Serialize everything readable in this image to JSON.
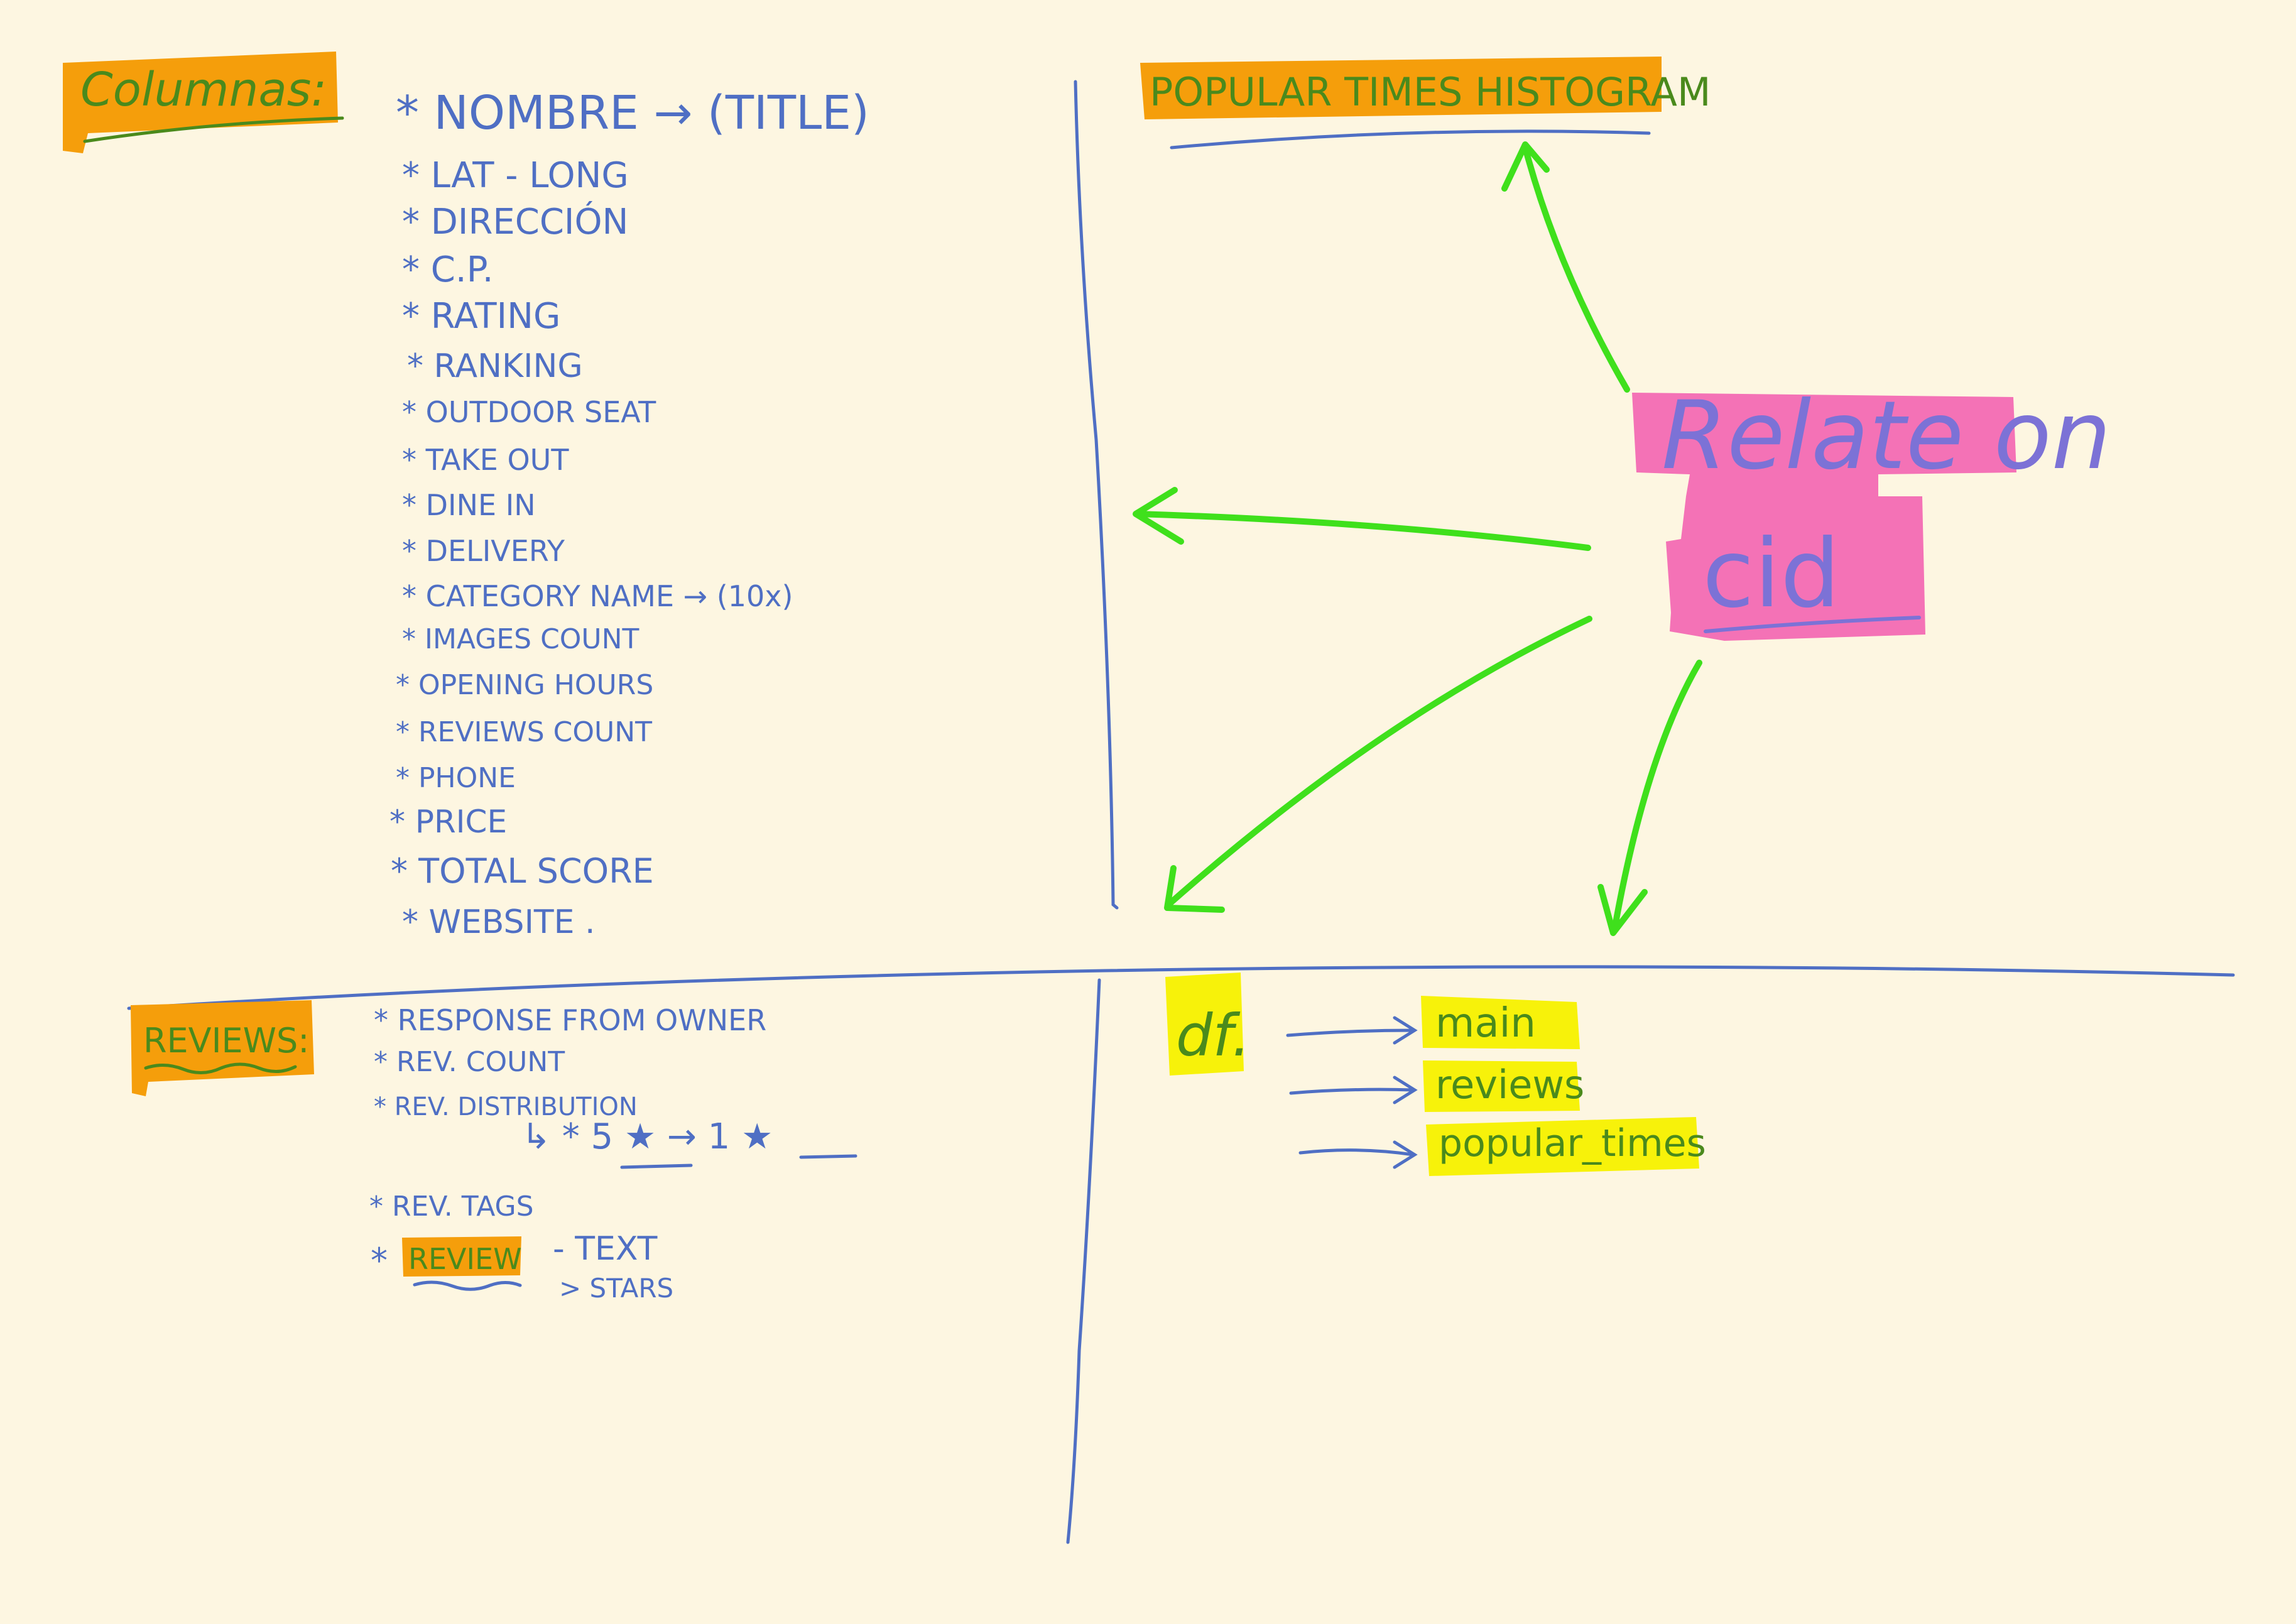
{
  "colors": {
    "background": "#fdf6e1",
    "blue_ink": "#4f6fc4",
    "green_ink": "#4a8a1c",
    "orange_highlight": "#f59e0b",
    "yellow_highlight": "#f7f20a",
    "pink_highlight": "#f472b6",
    "arrow_green": "#3fe01c"
  },
  "columns_section": {
    "heading": "Columnas:",
    "items": [
      "* NOMBRE → (TITLE)",
      "* LAT - LONG",
      "* DIRECCIÓN",
      "* C.P.",
      "* RATING",
      "* RANKING",
      "* OUTDOOR SEAT",
      "* TAKE OUT",
      "* DINE IN",
      "* DELIVERY",
      "* CATEGORY NAME → (10x)",
      "* IMAGES COUNT",
      "* OPENING HOURS",
      "* REVIEWS COUNT",
      "* PHONE",
      "* PRICE",
      "* TOTAL SCORE",
      "* WEBSITE ."
    ]
  },
  "popular_times_section": {
    "heading": "POPULAR TIMES HISTOGRAM"
  },
  "relate_note": {
    "line1": "Relate on",
    "line2": "cid"
  },
  "reviews_section": {
    "heading": "REVIEWS:",
    "items": [
      "* RESPONSE FROM OWNER",
      "* REV. COUNT",
      "* REV. DISTRIBUTION",
      "↳ * 5 ★ → 1 ★",
      "* REV. TAGS"
    ],
    "review_label": "REVIEW",
    "review_marker": "*",
    "review_fields": [
      "- TEXT",
      "> STARS"
    ]
  },
  "df_section": {
    "label": "df.",
    "tables": [
      "main",
      "reviews",
      "popular_times"
    ]
  }
}
